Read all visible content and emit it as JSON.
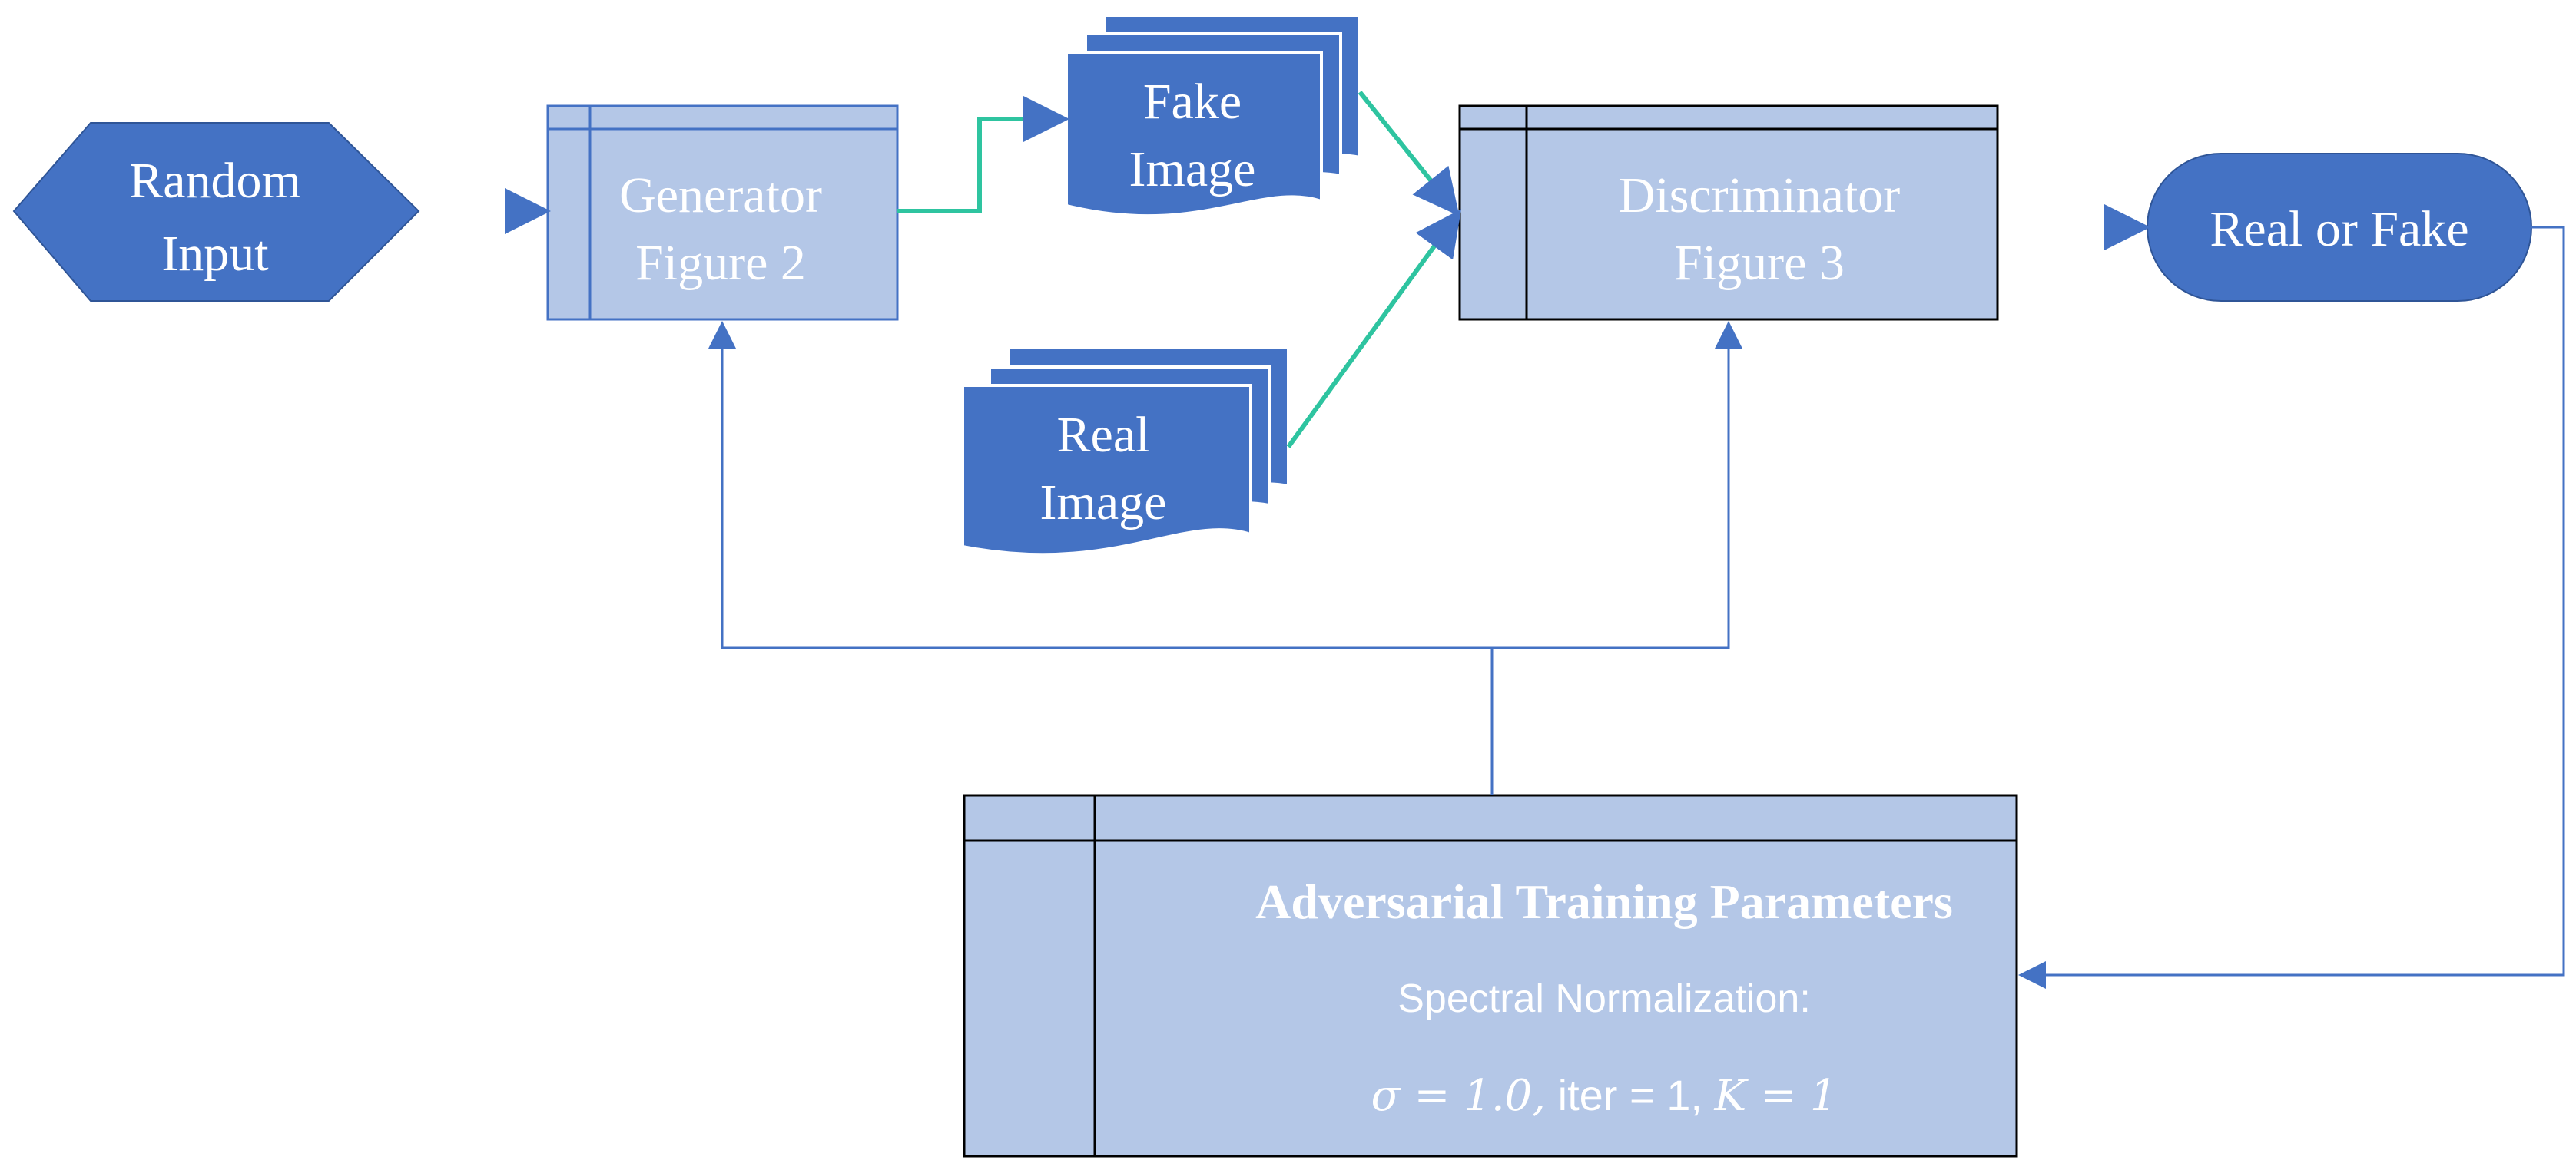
{
  "colors": {
    "dark_blue": "#4472c4",
    "light_blue": "#b4c7e7",
    "connector_blue": "#4472c4",
    "connector_teal": "#2ec4a0",
    "outline": "#000000"
  },
  "nodes": {
    "random_input": {
      "line1": "Random",
      "line2": "Input"
    },
    "generator": {
      "line1": "Generator",
      "line2": "Figure 2"
    },
    "fake_image": {
      "line1": "Fake",
      "line2": "Image"
    },
    "real_image": {
      "line1": "Real",
      "line2": "Image"
    },
    "discriminator": {
      "line1": "Discriminator",
      "line2": "Figure 3"
    },
    "real_or_fake": {
      "label": "Real or Fake"
    },
    "training_params": {
      "title": "Adversarial Training Parameters",
      "subtitle": "Spectral Normalization:",
      "formula_sigma": "σ = 1.0,",
      "formula_iter": " iter = 1, ",
      "formula_k": "K = 1"
    }
  }
}
